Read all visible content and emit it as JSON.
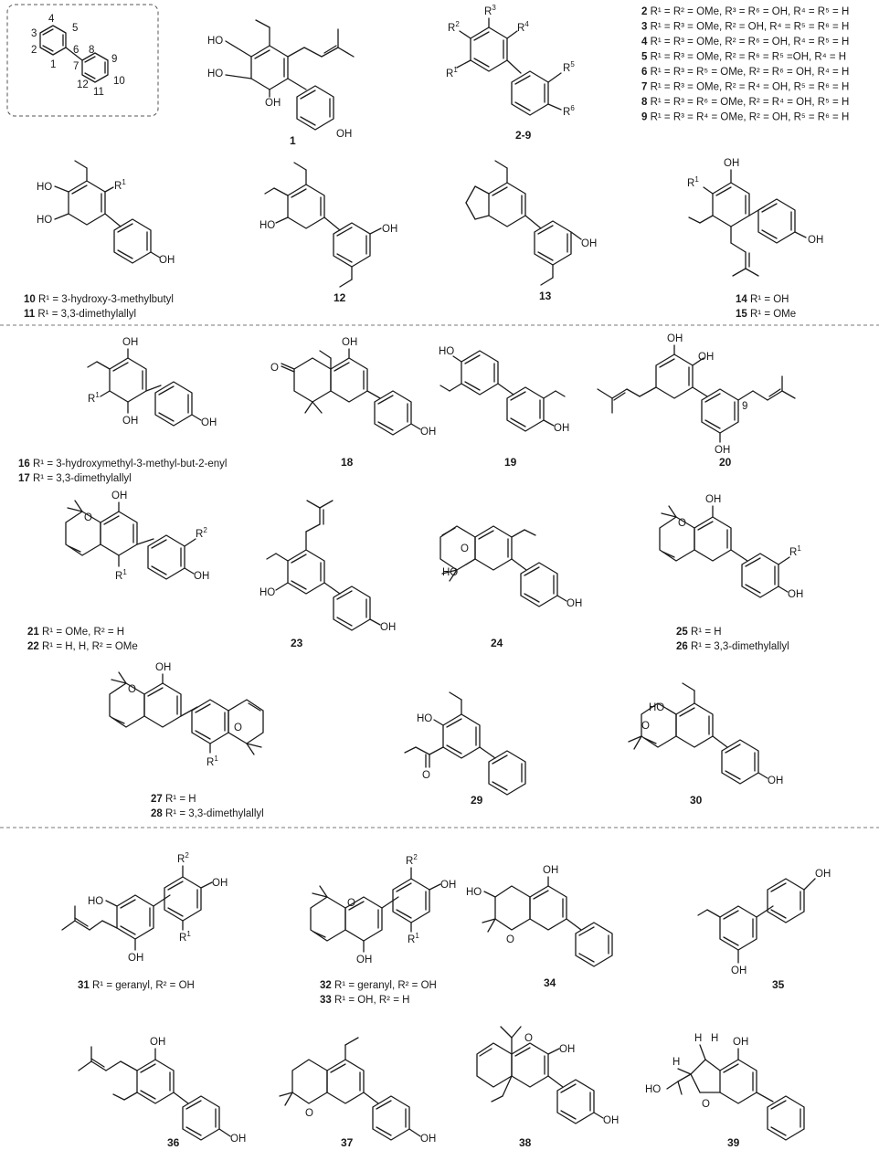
{
  "skeleton": {
    "numbers": [
      "1",
      "2",
      "3",
      "4",
      "5",
      "6",
      "7",
      "8",
      "9",
      "10",
      "11",
      "12"
    ]
  },
  "compounds": [
    {
      "id": "c1",
      "number": "1",
      "labels": [
        "OH",
        "HO",
        "HO",
        "OH"
      ]
    },
    {
      "id": "c2_9",
      "number": "2-9",
      "labels": [
        "R",
        "R",
        "R",
        "R",
        "R",
        "R"
      ]
    },
    {
      "id": "c10_11",
      "number": "10",
      "number2": "11",
      "labels": [
        "HO",
        "HO",
        "OH"
      ]
    },
    {
      "id": "c12",
      "number": "12",
      "labels": [
        "HO",
        "OH"
      ]
    },
    {
      "id": "c13",
      "number": "13",
      "labels": [
        "OH"
      ]
    },
    {
      "id": "c14_15",
      "number": "14",
      "number2": "15",
      "labels": [
        "OH",
        "OH"
      ]
    },
    {
      "id": "c16_17",
      "number": "16",
      "number2": "17",
      "labels": [
        "OH",
        "OH",
        "OH"
      ]
    },
    {
      "id": "c18",
      "number": "18",
      "labels": [
        "OH",
        "O",
        "OH"
      ]
    },
    {
      "id": "c19",
      "number": "19",
      "labels": [
        "HO",
        "OH"
      ]
    },
    {
      "id": "c20",
      "number": "20",
      "labels": [
        "OH",
        "OH",
        "OH",
        "9"
      ]
    },
    {
      "id": "c21_22",
      "number": "21",
      "number2": "22",
      "labels": [
        "OH",
        "OH"
      ]
    },
    {
      "id": "c23",
      "number": "23",
      "labels": [
        "HO",
        "OH"
      ]
    },
    {
      "id": "c24",
      "number": "24",
      "labels": [
        "HO",
        "OH"
      ]
    },
    {
      "id": "c25_26",
      "number": "25",
      "number2": "26",
      "labels": [
        "OH",
        "OH"
      ]
    },
    {
      "id": "c27_28",
      "number": "27",
      "number2": "28",
      "labels": [
        "OH"
      ]
    },
    {
      "id": "c29",
      "number": "29",
      "labels": [
        "HO",
        "O"
      ]
    },
    {
      "id": "c30",
      "number": "30",
      "labels": [
        "HO",
        "OH"
      ]
    },
    {
      "id": "c31",
      "number": "31",
      "labels": [
        "OH",
        "HO",
        "OH"
      ]
    },
    {
      "id": "c32_33",
      "number": "32",
      "number2": "33",
      "labels": [
        "OH",
        "OH"
      ]
    },
    {
      "id": "c34",
      "number": "34",
      "labels": [
        "OH",
        "HO"
      ]
    },
    {
      "id": "c35",
      "number": "35",
      "labels": [
        "OH",
        "OH"
      ]
    },
    {
      "id": "c36",
      "number": "36",
      "labels": [
        "OH",
        "OH"
      ]
    },
    {
      "id": "c37",
      "number": "37",
      "labels": [
        "OH"
      ]
    },
    {
      "id": "c38",
      "number": "38",
      "labels": [
        "OH",
        "OH"
      ]
    },
    {
      "id": "c39",
      "number": "39",
      "labels": [
        "OH",
        "HO",
        "H",
        "H",
        "H"
      ]
    }
  ],
  "substituent_table": [
    {
      "num": "2",
      "text": " R¹ = R² = OMe, R³ = R⁶ = OH, R⁴ = R⁵ = H"
    },
    {
      "num": "3",
      "text": " R¹ = R³ = OMe, R² = OH, R⁴ = R⁵ = R⁶ = H"
    },
    {
      "num": "4",
      "text": " R¹ = R³ = OMe, R² = R⁶ = OH, R⁴ = R⁵ = H"
    },
    {
      "num": "5",
      "text": " R¹ = R³ = OMe, R² = R⁶ = R⁵ =OH, R⁴ = H"
    },
    {
      "num": "6",
      "text": " R¹ = R³ = R⁵ = OMe, R² = R⁶ = OH, R⁴ = H"
    },
    {
      "num": "7",
      "text": " R¹ = R³ = OMe, R² = R⁴ = OH, R⁵ = R⁶ = H"
    },
    {
      "num": "8",
      "text": " R¹ = R³ = R⁶ = OMe, R² = R⁴ = OH, R⁵ = H"
    },
    {
      "num": "9",
      "text": " R¹ = R³ = R⁴ = OMe, R² = OH, R⁵ = R⁶ = H"
    }
  ],
  "r_definitions": [
    {
      "num": "10",
      "text": " R¹ = 3-hydroxy-3-methylbutyl"
    },
    {
      "num": "11",
      "text": " R¹ = 3,3-dimethylallyl"
    },
    {
      "num": "14",
      "text": " R¹ = OH"
    },
    {
      "num": "15",
      "text": " R¹ = OMe"
    },
    {
      "num": "16",
      "text": " R¹ = 3-hydroxymethyl-3-methyl-but-2-enyl"
    },
    {
      "num": "17",
      "text": " R¹ = 3,3-dimethylallyl"
    },
    {
      "num": "21",
      "text": " R¹ = OMe, R² = H"
    },
    {
      "num": "22",
      "text": " R¹ = H, H, R² = OMe"
    },
    {
      "num": "25",
      "text": " R¹ = H"
    },
    {
      "num": "26",
      "text": " R¹ = 3,3-dimethylallyl"
    },
    {
      "num": "27",
      "text": " R¹ = H"
    },
    {
      "num": "28",
      "text": " R¹ = 3,3-dimethylallyl"
    },
    {
      "num": "31",
      "text": " R¹ = geranyl, R² = OH"
    },
    {
      "num": "32",
      "text": " R¹ = geranyl, R² = OH"
    },
    {
      "num": "33",
      "text": " R¹ = OH, R² = H"
    }
  ]
}
